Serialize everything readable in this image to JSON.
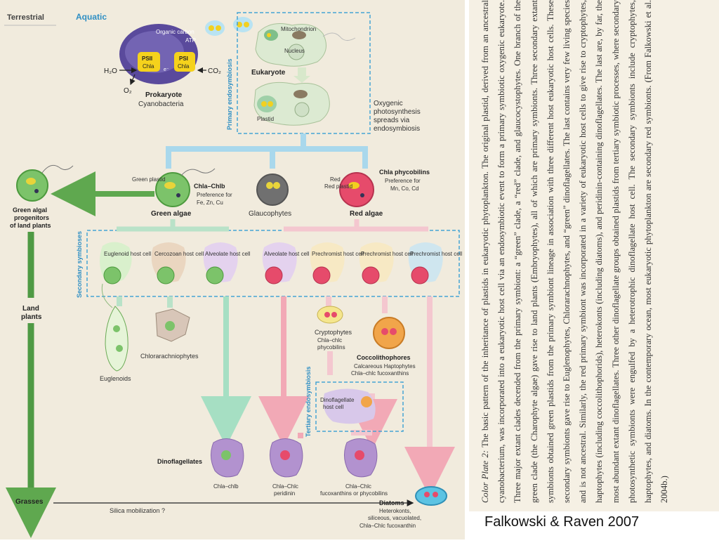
{
  "diagram": {
    "header": {
      "terrestrial": "Terrestrial",
      "aquatic": "Aquatic"
    },
    "prokaryote": {
      "psii": "PSII",
      "psi": "PSI",
      "chla_left": "Chla",
      "chla_right": "Chla",
      "electron": "e⁻",
      "organic_carbon": "Organic carbon",
      "atp": "ATP",
      "h2o": "H₂O",
      "co2": "CO₂",
      "o2": "O₂",
      "title": "Prokaryote",
      "subtitle": "Cyanobacteria"
    },
    "eukaryote": {
      "mitochondrion": "Mitochondrion",
      "nucleus": "Nucleus",
      "title": "Eukaryote",
      "plastid": "Plastid",
      "primary_endosymbiosis": "Primary endosymbiosis",
      "oxygenic": [
        "Oxygenic",
        "photosynthesis",
        "spreads via",
        "endosymbiosis"
      ]
    },
    "primary_lineages": {
      "green_plastid": "Green plastid",
      "green_pref": [
        "Chla–Chlb",
        "Preference for",
        "Fe, Zn, Cu"
      ],
      "green_algae": "Green algae",
      "glaucophytes": "Glaucophytes",
      "red_plastid": "Red plastid",
      "red_pref": [
        "Chla phycobilins",
        "Preference for",
        "Mn, Co, Cd"
      ],
      "red_algae": "Red algae"
    },
    "terrestrial_lineage": {
      "progenitors": [
        "Green algal",
        "progenitors",
        "of land plants"
      ],
      "land_plants": [
        "Land",
        "plants"
      ],
      "grasses": "Grasses",
      "silica": "Silica mobilization ?"
    },
    "secondary": {
      "label": "Secondary symbioses",
      "hosts": [
        "Euglenoid host cell",
        "Cercozoan host cell",
        "Alveolate host cell",
        "Alveolate host cell",
        "Prechromist host cell",
        "Prechromist host cell",
        "Prechromist host cell"
      ]
    },
    "descendants": {
      "euglenoids": "Euglenoids",
      "chlorarachniophytes": "Chlorarachniophytes",
      "cryptophytes": [
        "Cryptophytes",
        "Chla–chlc",
        "phycobilins"
      ],
      "coccolithophores": "Coccolithophores",
      "coccolitho_sub": [
        "Calcareous Haptophytes",
        "Chla–chlc fucoxanthins"
      ],
      "tertiary_label": "Tertiary endosymbiosis",
      "dino_host": [
        "Dinoflagellate",
        "host cell"
      ],
      "dinoflagellates": "Dinoflagellates",
      "dino1": "Chla–chlb",
      "dino2": [
        "Chla–Chlc",
        "peridinin"
      ],
      "dino3": [
        "Chla–Chlc",
        "fucoxanthins or phycobilins"
      ],
      "diatoms": "Diatoms",
      "diatoms_sub": [
        "Heterokonts,",
        "siliceous, vacuolated,",
        "Chla–Chlc fucoxanthin"
      ]
    }
  },
  "caption": {
    "label": "Color Plate 2:",
    "text": "The basic pattern of the inheritance of plastids in eukaryotic phytoplankton. The original plastid, derived from an ancestral cyanobacterium, was incorporated into a eukaryotic host cell via an endosymbiotic event to form a primary symbiotic oxygenic eukaryote. Three major extant clades decended from the primary symbiont: a “green” clade, a “red” clade, and glaucocystophytes. One branch of the green clade (the Charophyte algae) gave rise to land plants (Embryophytes), all of which are primary symbionts. Three secondary extant symbionts obtained green plastids from the primary symbiont lineage in association with three different host eukaryotic host cells. These secondary symbionts gave rise to Euglenophytes, Chlorarachnophytes, and “green” dinoflagellates. The last contains very few living species and is not ancestral. Similarly, the red primary symbiont was incorporated in a variety of eukaryotic host cells to give rise to cryptophytes, haptophytes (including coccolithophorids), heterokonts (including diatoms), and peridinin-containing dinoflagellates. The last are, by far, the most abundant extant dinoflagellates. Three other dinoflagellate groups obtained plastids from tertiary symbiotic processes, where secondary photosynthetic symbionts were engulfed by a heterotrophic dinoflagellate host cell. The secondary symbionts include cryptophytes, haptophytes, and diatoms. In the contemporary ocean, most eukaryotic phytoplankton are secondary red symbionts. (From Falkowski et al. 2004b.)"
  },
  "credit": "Falkowski & Raven 2007",
  "colors": {
    "plate_bg": "#f1ebdd",
    "green": "#5fa84f",
    "pale_green": "#b9e2c8",
    "blue": "#a9d8ec",
    "pink": "#f2b8c2",
    "purple": "#b292cf",
    "dashed": "#46a4d4",
    "aquatic": "#2f8fc4"
  }
}
